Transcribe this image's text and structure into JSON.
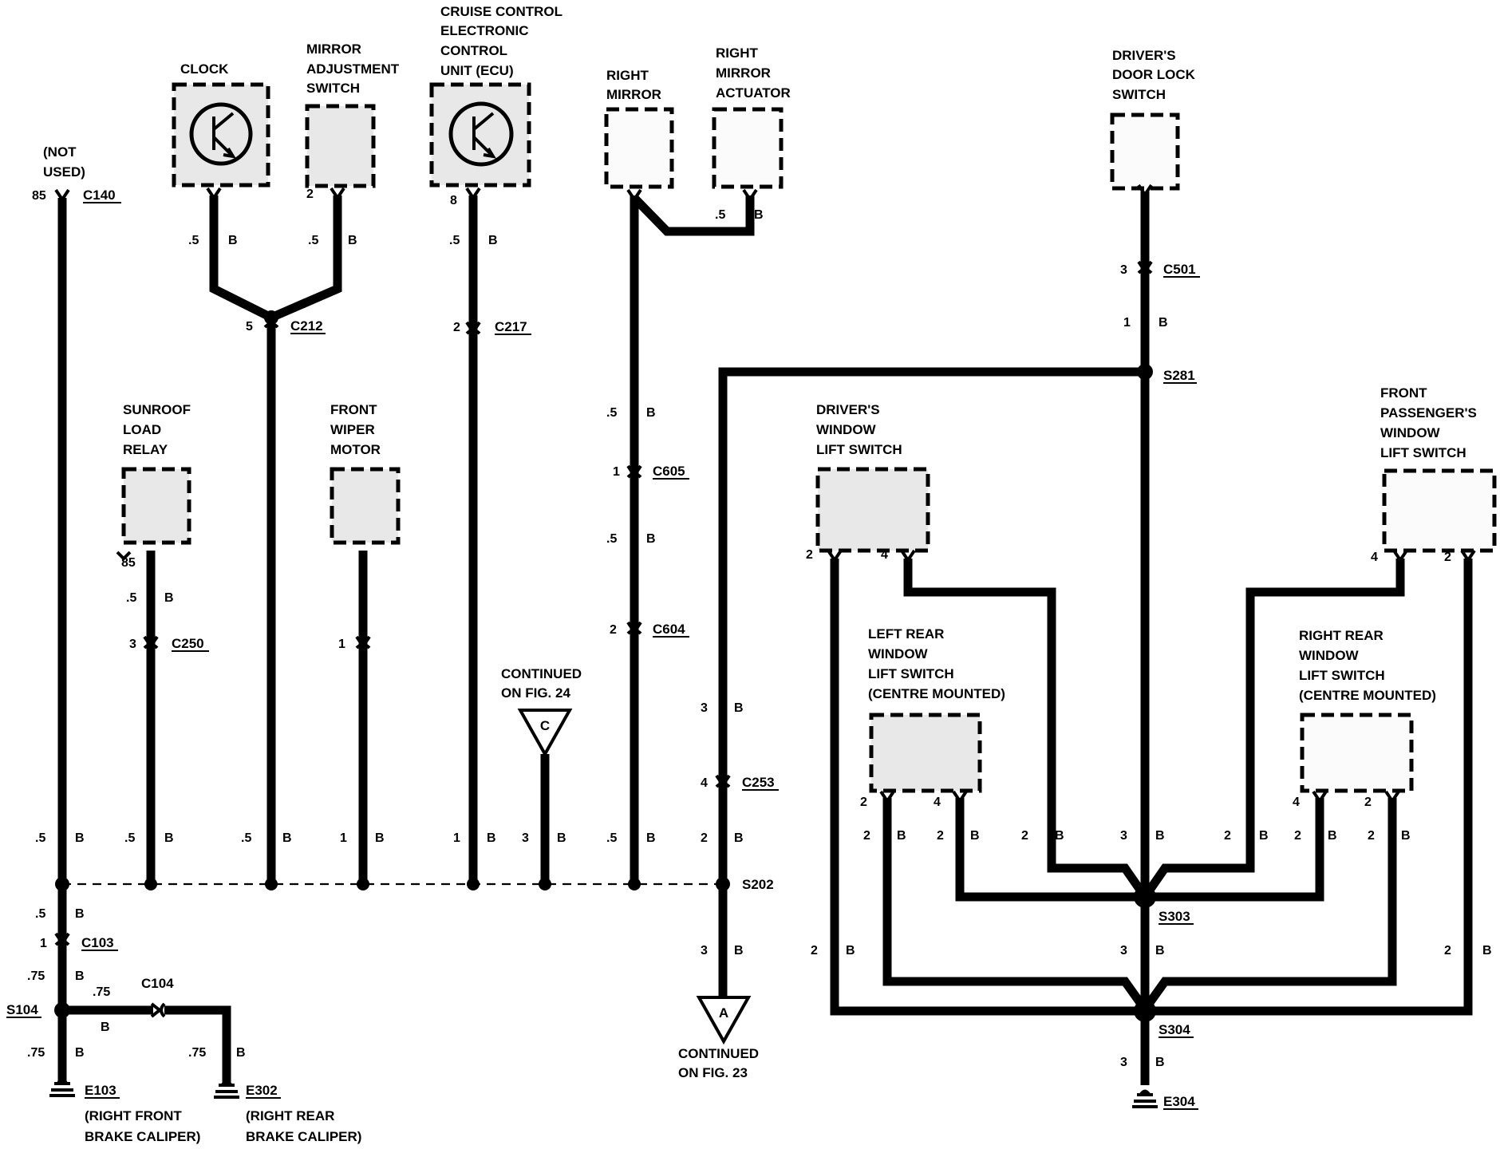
{
  "components": {
    "clock": [
      "CLOCK"
    ],
    "mirror_adjustment_switch": [
      "MIRROR",
      "ADJUSTMENT",
      "SWITCH"
    ],
    "cruise_ecu": [
      "CRUISE CONTROL",
      "ELECTRONIC",
      "CONTROL",
      "UNIT  (ECU)"
    ],
    "right_mirror": [
      "RIGHT",
      "MIRROR"
    ],
    "right_mirror_actuator": [
      "RIGHT",
      "MIRROR",
      "ACTUATOR"
    ],
    "drivers_door_lock_switch": [
      "DRIVER'S",
      "DOOR LOCK",
      "SWITCH"
    ],
    "not_used": [
      "(NOT",
      "USED)"
    ],
    "sunroof_load_relay": [
      "SUNROOF",
      "LOAD",
      "RELAY"
    ],
    "front_wiper_motor": [
      "FRONT",
      "WIPER",
      "MOTOR"
    ],
    "drivers_window_lift_switch": [
      "DRIVER'S",
      "WINDOW",
      "LIFT SWITCH"
    ],
    "front_passengers_window_lift_switch": [
      "FRONT",
      "PASSENGER'S",
      "WINDOW",
      "LIFT SWITCH"
    ],
    "left_rear_window_lift_switch": [
      "LEFT REAR",
      "WINDOW",
      "LIFT SWITCH",
      "(CENTRE MOUNTED)"
    ],
    "right_rear_window_lift_switch": [
      "RIGHT REAR",
      "WINDOW",
      "LIFT SWITCH",
      "(CENTRE MOUNTED)"
    ]
  },
  "connectors": {
    "c140": "C140",
    "c212": "C212",
    "c217": "C217",
    "c605": "C605",
    "c604": "C604",
    "c501": "C501",
    "c250": "C250",
    "c253": "C253",
    "c103": "C103",
    "c104": "C104"
  },
  "splices": {
    "s281": "S281",
    "s202": "S202",
    "s303": "S303",
    "s304": "S304",
    "s104": "S104"
  },
  "grounds": {
    "e103": "E103",
    "e302": "E302",
    "e304": "E304",
    "e103_desc": [
      "(RIGHT FRONT",
      "BRAKE CALIPER)"
    ],
    "e302_desc": [
      "(RIGHT REAR",
      "BRAKE CALIPER)"
    ]
  },
  "references": {
    "c_symbol": "C",
    "c_text": [
      "CONTINUED",
      "ON FIG. 24"
    ],
    "a_symbol": "A",
    "a_text": [
      "CONTINUED",
      "ON FIG. 23"
    ]
  },
  "pins": {
    "p85a": "85",
    "p2mirror": "2",
    "p8ecu": "8",
    "p5c212": "5",
    "p2c217": "2",
    "p3c501": "3",
    "p1a": "1",
    "p1c605": "1",
    "p2c604": "2",
    "p85relay": "85",
    "p3c250": "3",
    "p1wiper": "1",
    "p3a": "3",
    "p4c253": "4",
    "p2dw": "2",
    "p4dw": "4",
    "p4fp": "4",
    "p2fp": "2",
    "p2lr": "2",
    "p4lr": "4",
    "p4rr": "4",
    "p2rr": "2",
    "p1c103": "1"
  },
  "wires": {
    "w_clock": [
      ".5",
      "B"
    ],
    "w_mirror_sw": [
      ".5",
      "B"
    ],
    "w_ecu": [
      ".5",
      "B"
    ],
    "w_actuator": [
      ".5",
      "B"
    ],
    "w_rm1": [
      ".5",
      "B"
    ],
    "w_rm2": [
      ".5",
      "B"
    ],
    "w_dl": [
      "1",
      "B"
    ],
    "w_relay": [
      ".5",
      "B"
    ],
    "w_c253": [
      "3",
      "B"
    ],
    "b1": [
      ".5",
      "B"
    ],
    "b2": [
      ".5",
      "B"
    ],
    "b3": [
      ".5",
      "B"
    ],
    "b4": [
      "1",
      "B"
    ],
    "b5": [
      "1",
      "B"
    ],
    "b6": [
      "3",
      "B"
    ],
    "b7": [
      ".5",
      "B"
    ],
    "b8": [
      "2",
      "B"
    ],
    "r1": [
      "2",
      "B"
    ],
    "r2": [
      "2",
      "B"
    ],
    "r3": [
      "2",
      "B"
    ],
    "r4": [
      "3",
      "B"
    ],
    "r5": [
      "2",
      "B"
    ],
    "r6": [
      "2",
      "B"
    ],
    "r7": [
      "2",
      "B"
    ],
    "l1": [
      ".5",
      "B"
    ],
    "l2": [
      ".75",
      "B"
    ],
    "l3": [
      ".75",
      "B"
    ],
    "l4": [
      ".75",
      "B"
    ],
    "w_c104": [
      ".75",
      "B"
    ],
    "s202a": [
      "3",
      "B"
    ],
    "s303l": [
      "2",
      "B"
    ],
    "s303m": [
      "3",
      "B"
    ],
    "s303r": [
      "2",
      "B"
    ],
    "s304b": [
      "3",
      "B"
    ]
  }
}
